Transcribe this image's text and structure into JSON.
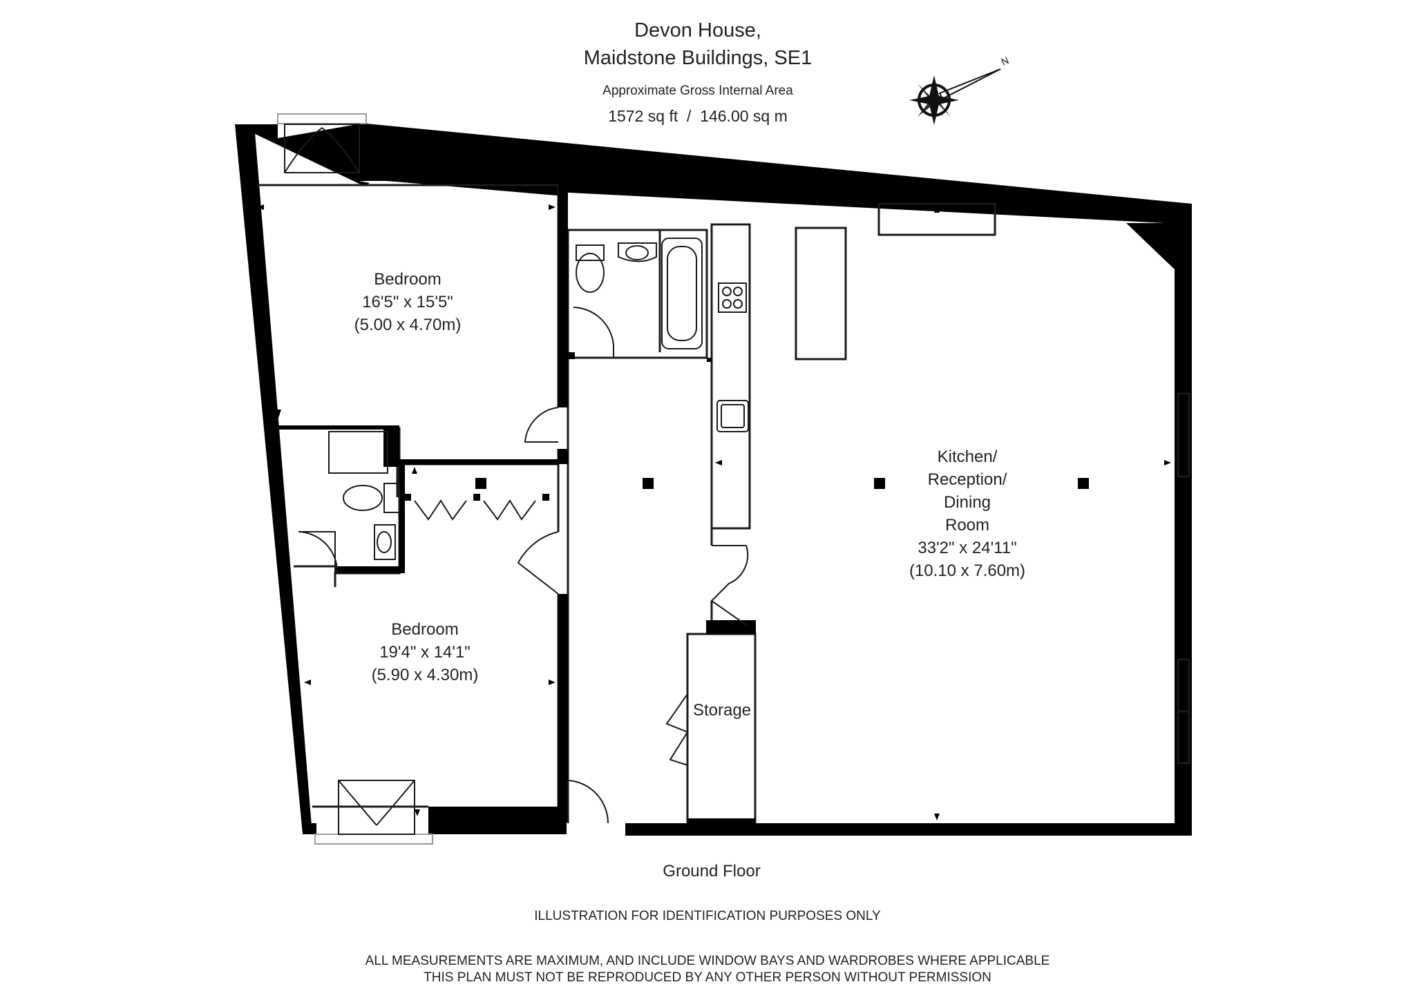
{
  "header": {
    "title_line1": "Devon House,",
    "title_line2": "Maidstone Buildings, SE1",
    "area_caption": "Approximate Gross Internal Area",
    "area_value": "1572 sq ft  /  146.00 sq m",
    "compass_letter": "N"
  },
  "rooms": {
    "bedroom1": {
      "name": "Bedroom",
      "size_imperial": "16'5\" x 15'5\"",
      "size_metric": "(5.00 x 4.70m)"
    },
    "bedroom2": {
      "name": "Bedroom",
      "size_imperial": "19'4\" x 14'1\"",
      "size_metric": "(5.90 x 4.30m)"
    },
    "kitchen": {
      "name_line1": "Kitchen/",
      "name_line2": "Reception/",
      "name_line3": "Dining",
      "name_line4": "Room",
      "size_imperial": "33'2\" x 24'11\"",
      "size_metric": "(10.10 x 7.60m)"
    },
    "storage": {
      "name": "Storage"
    }
  },
  "floor_label": "Ground Floor",
  "notes": {
    "line1": "ILLUSTRATION FOR IDENTIFICATION PURPOSES ONLY",
    "line2": "ALL MEASUREMENTS ARE MAXIMUM, AND INCLUDE WINDOW BAYS AND WARDROBES WHERE APPLICABLE",
    "line3": "THIS PLAN MUST NOT BE REPRODUCED BY ANY OTHER PERSON WITHOUT PERMISSION"
  },
  "colors": {
    "wall": "#000000",
    "line": "#1a1a1a",
    "text": "#222222",
    "window_grey": "#9a9a9a"
  }
}
